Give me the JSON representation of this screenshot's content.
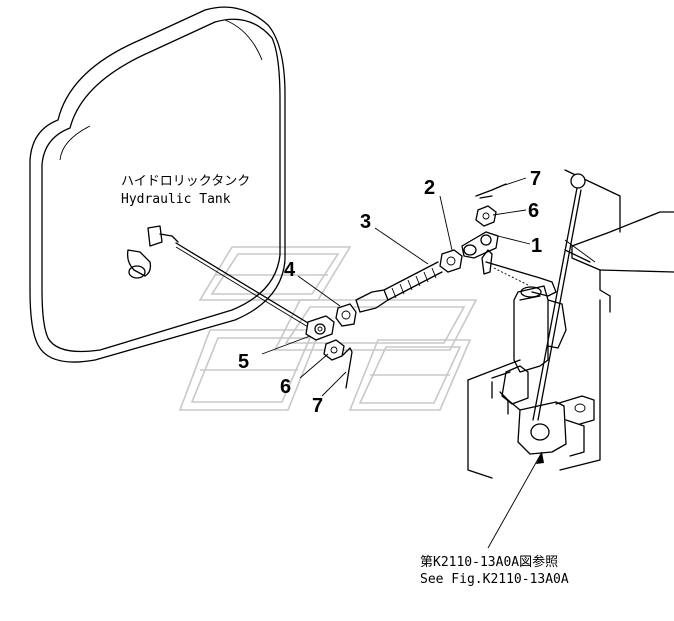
{
  "tank": {
    "label_jp": "ハイドロリックタンク",
    "label_en": "Hydraulic Tank"
  },
  "callouts": [
    {
      "id": "c1",
      "text": "1"
    },
    {
      "id": "c2",
      "text": "2"
    },
    {
      "id": "c3",
      "text": "3"
    },
    {
      "id": "c4",
      "text": "4"
    },
    {
      "id": "c5",
      "text": "5"
    },
    {
      "id": "c6a",
      "text": "6"
    },
    {
      "id": "c6b",
      "text": "6"
    },
    {
      "id": "c7a",
      "text": "7"
    },
    {
      "id": "c7b",
      "text": "7"
    }
  ],
  "reference": {
    "line_jp": "第K2110-13A0A図参照",
    "line_en": "See Fig.K2110-13A0A"
  }
}
